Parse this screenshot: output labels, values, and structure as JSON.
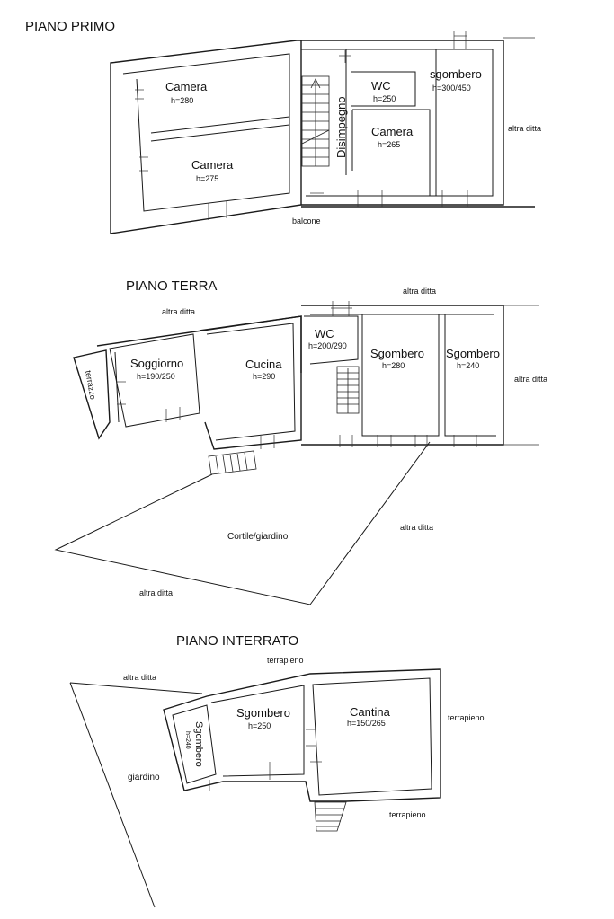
{
  "floors": {
    "primo": {
      "title": "PIANO PRIMO",
      "rooms": [
        {
          "name": "Camera",
          "height": "h=280"
        },
        {
          "name": "Camera",
          "height": "h=275"
        },
        {
          "name": "Disimpegno",
          "height": ""
        },
        {
          "name": "WC",
          "height": "h=250"
        },
        {
          "name": "Camera",
          "height": "h=265"
        },
        {
          "name": "sgombero",
          "height": "h=300/450"
        }
      ],
      "labels": {
        "balcone": "balcone",
        "altra_ditta": "altra ditta"
      }
    },
    "terra": {
      "title": "PIANO TERRA",
      "rooms": [
        {
          "name": "Soggiorno",
          "height": "h=190/250"
        },
        {
          "name": "Cucina",
          "height": "h=290"
        },
        {
          "name": "WC",
          "height": "h=200/290"
        },
        {
          "name": "Sgombero",
          "height": "h=280"
        },
        {
          "name": "Sgombero",
          "height": "h=240"
        }
      ],
      "labels": {
        "terrazzo": "terrazzo",
        "cortile": "Cortile/giardino",
        "altra_ditta_top": "altra ditta",
        "altra_ditta_left": "altra ditta",
        "altra_ditta_right": "altra ditta",
        "altra_ditta_yard": "altra ditta",
        "altra_ditta_bottom": "altra ditta"
      }
    },
    "interrato": {
      "title": "PIANO INTERRATO",
      "rooms": [
        {
          "name": "Sgombero",
          "height": "h=240"
        },
        {
          "name": "Sgombero",
          "height": "h=250"
        },
        {
          "name": "Cantina",
          "height": "h=150/265"
        }
      ],
      "labels": {
        "altra_ditta": "altra ditta",
        "terrapieno_top": "terrapieno",
        "terrapieno_right": "terrapieno",
        "terrapieno_bottom": "terrapieno",
        "giardino": "giardino"
      }
    }
  }
}
